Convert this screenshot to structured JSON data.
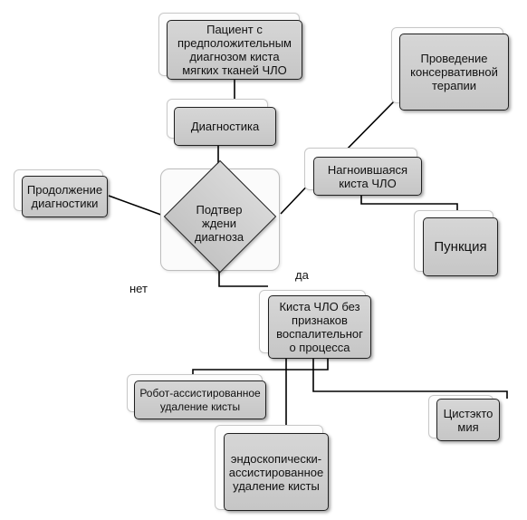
{
  "nodes": {
    "patient": "Пациент с\nпредположительным\nдиагнозом киста\nмягких тканей ЧЛО",
    "diagnostics": "Диагностика",
    "decision": "Подтвер\nждени\nдиагноза",
    "continue": "Продолжение\nдиагностики",
    "suppurated": "Нагноившаяся\nкиста ЧЛО",
    "conservative": "Проведение\nконсервативной\nтерапии",
    "puncture": "Пункция",
    "no_inflammation": "Киста ЧЛО без\nпризнаков\nвоспалительног\nо процесса",
    "robot": "Робот-ассистированное\nудаление кисты",
    "endoscopic": "эндоскопически-\nассистированное\nудаление кисты",
    "cystectomy": "Цистэкто\nмия"
  },
  "edge_labels": {
    "no": "нет",
    "yes": "да"
  },
  "colors": {
    "node_fill": "#cccccc",
    "node_border": "#202020",
    "line": "#000000",
    "shadow_card": "#fdfdfd"
  }
}
